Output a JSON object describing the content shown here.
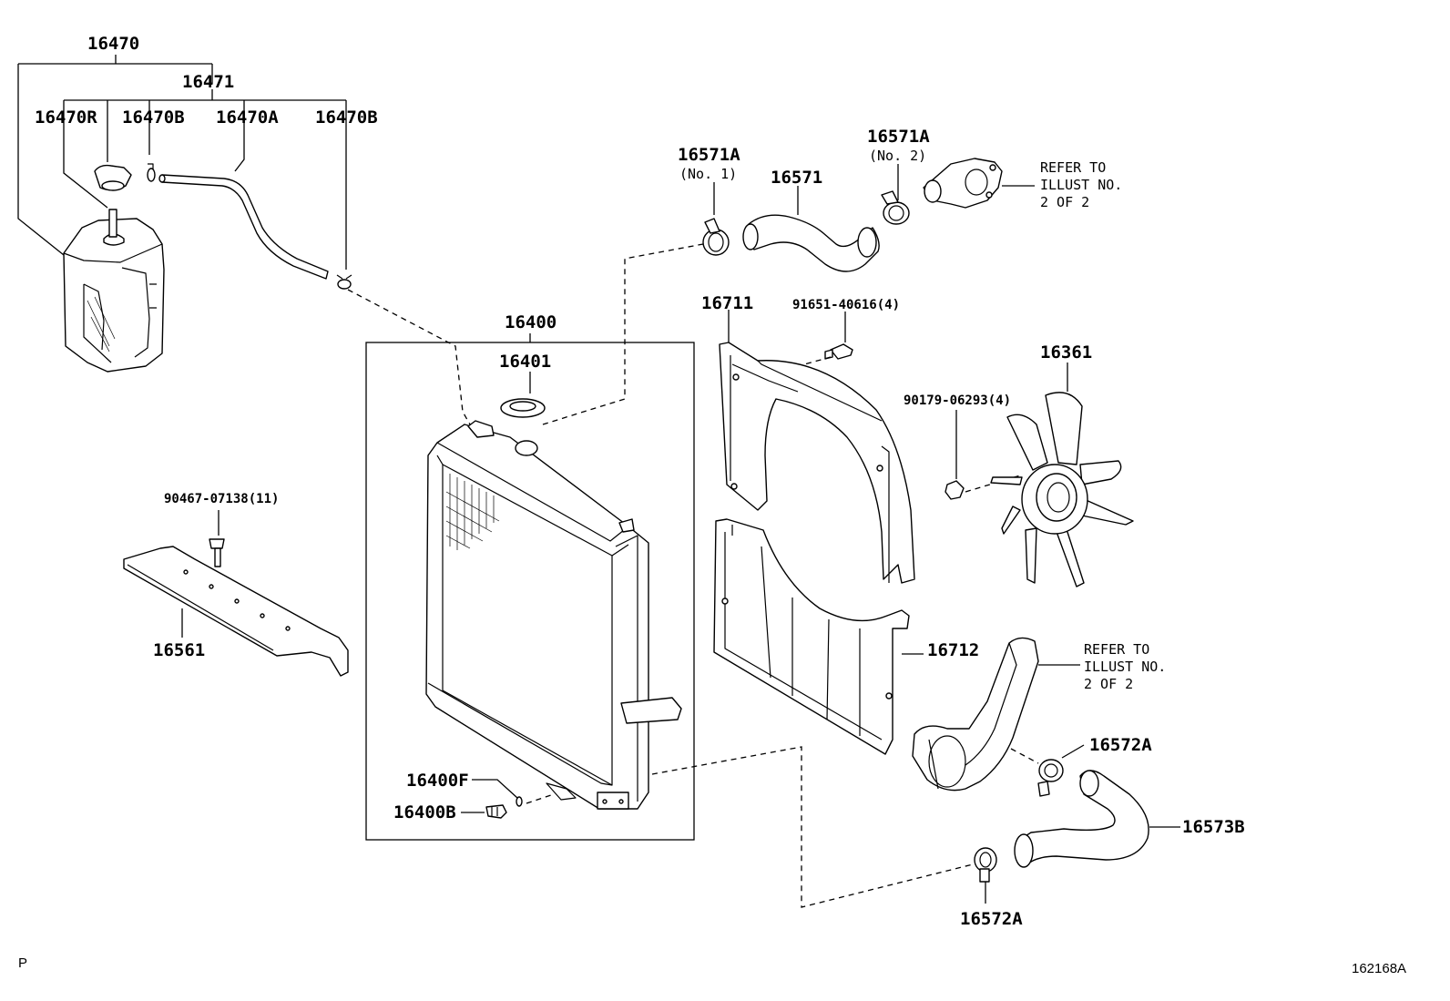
{
  "callouts": {
    "reservoir_tank_assy": "16470",
    "tank_sub_assy": "16471",
    "reservoir_tank": "16470R",
    "clip_left": "16470B",
    "overflow_hose": "16470A",
    "clip_right": "16470B",
    "radiator_assy": "16400",
    "radiator_cap": "16401",
    "drain_o_ring": "16400F",
    "drain_cock_plug": "16400B",
    "clamp_no1": "16571A",
    "clamp_no1_note": "(No. 1)",
    "inlet_hose": "16571",
    "clamp_no2": "16571A",
    "clamp_no2_note": "(No. 2)",
    "shroud_upper": "16711",
    "shroud_bolt": "91651-40616(4)",
    "fan": "16361",
    "fan_nut": "90179-06293(4)",
    "shroud_lower": "16712",
    "support_screw": "90467-07138(11)",
    "lower_support": "16561",
    "clamp_lower_upper": "16572A",
    "outlet_hose": "16573B",
    "clamp_lower_lower": "16572A"
  },
  "notes": {
    "refer_top": [
      "REFER TO",
      "ILLUST NO.",
      "2 OF 2"
    ],
    "refer_bottom": [
      "REFER TO",
      "ILLUST NO.",
      "2 OF 2"
    ]
  },
  "corner": {
    "left_mark": "P",
    "illustration_id": "162168A"
  }
}
